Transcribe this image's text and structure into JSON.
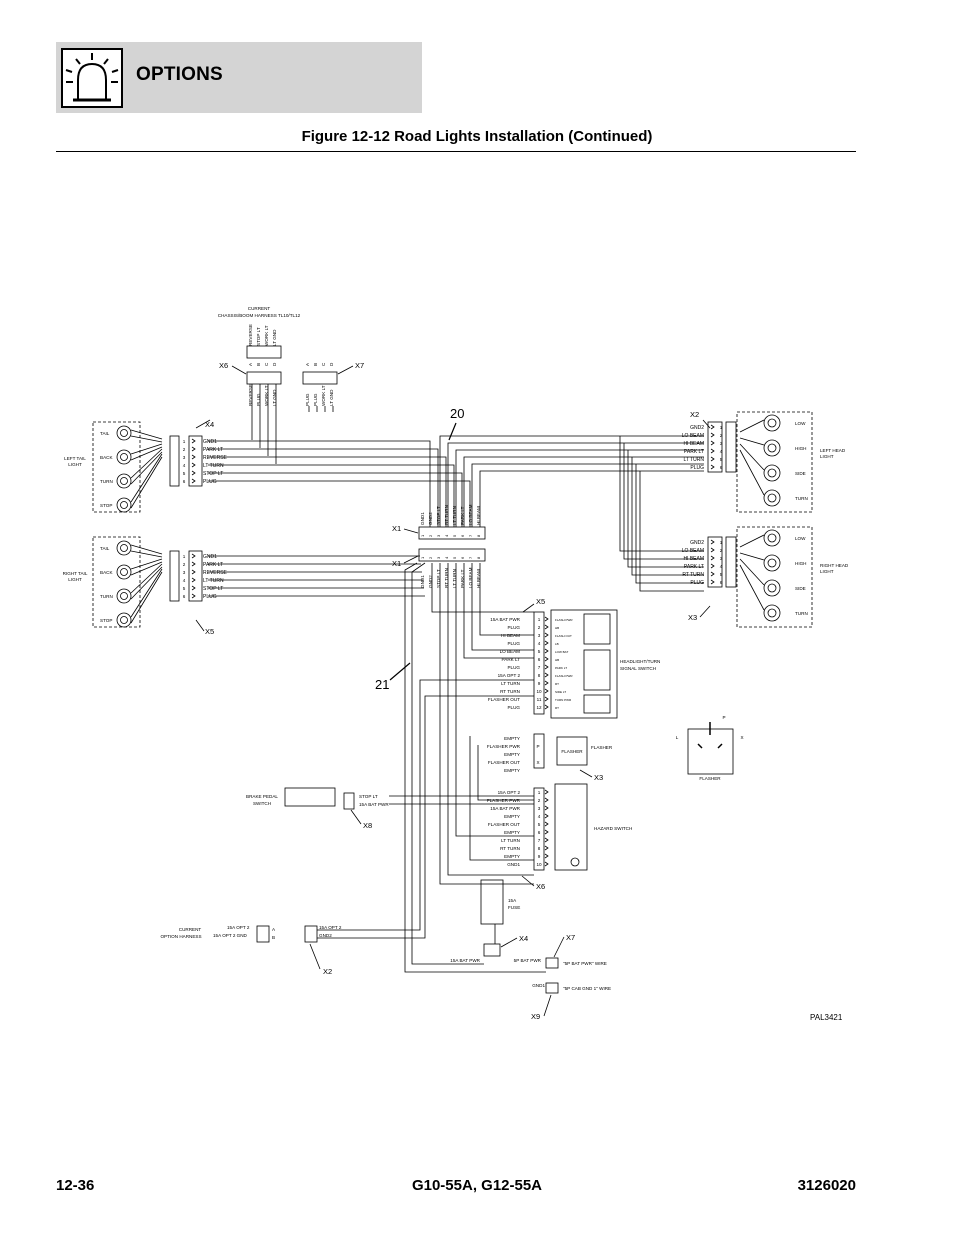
{
  "header": {
    "section": "OPTIONS",
    "figure_title": "Figure 12-12 Road Lights Installation (Continued)"
  },
  "footer": {
    "page": "12-36",
    "models": "G10-55A, G12-55A",
    "doc_number": "3126020"
  },
  "diagram": {
    "callouts": {
      "c20": "20",
      "c21": "21"
    },
    "drawing_id": "PAL3421",
    "harness": {
      "line1": "CURRENT",
      "line2": "CHASSIS/BOOM HARNESS TL10/TL12"
    },
    "connectors": {
      "x1": "X1",
      "x2": "X2",
      "x3": "X3",
      "x4": "X4",
      "x5": "X5",
      "x6": "X6",
      "x7": "X7",
      "x8": "X8",
      "x9": "X9"
    },
    "pins": [
      "1",
      "2",
      "3",
      "4",
      "5",
      "6"
    ],
    "pins12": [
      "1",
      "2",
      "3",
      "4",
      "5",
      "6",
      "7",
      "8",
      "9",
      "10",
      "11",
      "12"
    ],
    "pins10": [
      "1",
      "2",
      "3",
      "4",
      "5",
      "6",
      "7",
      "8",
      "9",
      "10"
    ],
    "tail_wires": [
      "GND1",
      "PARK LT",
      "REVERSE",
      "LT TURN",
      "STOP LT",
      "PLUG"
    ],
    "tail_lamps": [
      "TAIL",
      "BACK",
      "TURN",
      "STOP"
    ],
    "left_tail": {
      "l1": "LEFT TAIL",
      "l2": "LIGHT"
    },
    "right_tail": {
      "l1": "RIGHT TAIL",
      "l2": "LIGHT"
    },
    "head_wires": [
      "GND2",
      "LO BEAM",
      "HI BEAM",
      "PARK LT",
      "LT TURN",
      "PLUG"
    ],
    "head_wires_r": [
      "GND2",
      "LO BEAM",
      "HI BEAM",
      "PARK LT",
      "RT TURN",
      "PLUG"
    ],
    "head_lamps": [
      "LOW",
      "HIGH",
      "SIDE",
      "TURN"
    ],
    "left_head": {
      "l1": "LEFT HEAD",
      "l2": "LIGHT"
    },
    "right_head": {
      "l1": "RIGHT HEAD",
      "l2": "LIGHT"
    },
    "x6_top": [
      "REVERSE",
      "STOP LT",
      "WORK LT",
      "LT GND"
    ],
    "x6_bot": [
      "REVERSE",
      "PLUG",
      "WORK LT",
      "LT GND"
    ],
    "x7_top": [
      "A",
      "B",
      "C",
      "D"
    ],
    "x7_bot": [
      "PLUG",
      "PLUG",
      "WORK LT",
      "LT GND"
    ],
    "x1_upper": [
      "GND1",
      "GND2",
      "STOP LT",
      "RT TURN",
      "LT TURN",
      "PARK LT",
      "LO BEAM",
      "HI BEAM"
    ],
    "x1_lower": [
      "GND1",
      "GND2",
      "STOP LT",
      "RT TURN",
      "LT TURN",
      "PARK LT",
      "LO BEAM",
      "HI BEAM"
    ],
    "x5_wires": [
      "15A BAT PWR",
      "PLUG",
      "HI BEAM",
      "PLUG",
      "LO BEAM",
      "PARK LT",
      "PLUG",
      "15A OPT 2",
      "LT TURN",
      "RT TURN",
      "FLASHER OUT",
      "PLUG"
    ],
    "switch_inner": [
      "FLASH PWR",
      "HB",
      "FLASH OUT",
      "LB",
      "LOW BAT",
      "HB",
      "PARK LT",
      "FLASH PWR",
      "RT",
      "SIDE LT",
      "TURN PWR",
      "RT"
    ],
    "headlight_switch": {
      "l1": "HEADLIGHT/TURN",
      "l2": "SIGNAL SWITCH"
    },
    "x3_wires": [
      "EMPTY",
      "FLASHER PWR",
      "EMPTY",
      "FLASHER OUT",
      "EMPTY"
    ],
    "x3_pins": [
      "",
      "P",
      "",
      "X",
      ""
    ],
    "flasher": {
      "box": "FLASHER",
      "label": "FLASHER",
      "p": "P",
      "l": "L",
      "x": "X"
    },
    "x6_wires": [
      "15A OPT 2",
      "FLASHER PWR",
      "15A BAT PWR",
      "EMPTY",
      "FLASHER OUT",
      "EMPTY",
      "LT TURN",
      "RT TURN",
      "EMPTY",
      "GND1"
    ],
    "hazard_switch": "HAZARD SWITCH",
    "brake": {
      "l1": "BRAKE PEDAL",
      "l2": "SWITCH",
      "w1": "STOP LT",
      "w2": "15A BAT PWR"
    },
    "fuse": {
      "l1": "15A",
      "l2": "FUSE"
    },
    "x4_wire": "15A BAT PWR",
    "x7_wire": "5P BAT PWR",
    "x7_note": "\"5P BAT PWR\" WIRE",
    "x9_wire": "GND1",
    "x9_note": "\"5P CAB GND 1\" WIRE",
    "option_harness": {
      "l1": "CURRENT",
      "l2": "OPTION HARNESS",
      "w1": "15A OPT 2",
      "w2": "15A OPT 2 GND",
      "a": "A",
      "b": "B",
      "r1": "15A OPT 2",
      "r2": "GND2"
    }
  }
}
